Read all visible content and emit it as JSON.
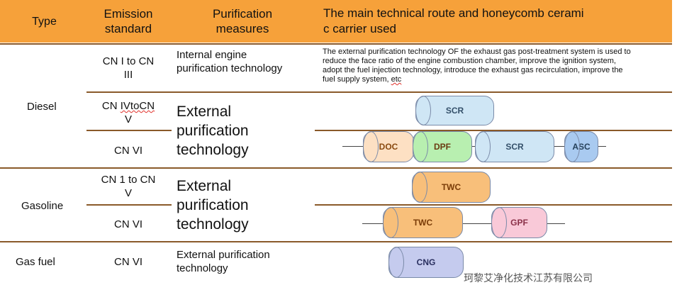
{
  "header": {
    "type": "Type",
    "emission": [
      "Emission",
      "standard"
    ],
    "measures": [
      "Purification",
      "measures"
    ],
    "route": [
      "The main technical route and honeycomb cerami",
      "c carrier used"
    ]
  },
  "rows": {
    "diesel_label": "Diesel",
    "diesel_std1": [
      "CN I to CN",
      "III"
    ],
    "diesel_meas1": [
      "Internal engine",
      "purification technology"
    ],
    "diesel_route1_lines": [
      "The external purification technology OF the exhaust gas post-treatment system is used to",
      "reduce the face ratio of the engine combustion chamber, improve the ignition system,",
      "adopt the fuel injection technology, introduce the exhaust gas recirculation, improve the",
      "fuel supply system, "
    ],
    "diesel_route1_etc": "etc",
    "diesel_std2_a": "CN ",
    "diesel_std2_b": "IVtoCN",
    "diesel_std2_c": "V",
    "diesel_std3": "CN VI",
    "diesel_meas23": [
      "External",
      "purification",
      "technology"
    ],
    "gasoline_label": "Gasoline",
    "gasoline_std1": [
      "CN 1 to CN",
      "V"
    ],
    "gasoline_std2": "CN VI",
    "gasoline_meas": [
      "External",
      "purification",
      "technology"
    ],
    "gasfuel_label": "Gas fuel",
    "gasfuel_std": "CN VI",
    "gasfuel_meas": [
      "External purification",
      "technology"
    ]
  },
  "carriers": {
    "scr": "SCR",
    "doc": "DOC",
    "dpf": "DPF",
    "asc": "ASC",
    "twc": "TWC",
    "gpf": "GPF",
    "cng": "CNG"
  },
  "company": "珂黎艾净化技术江苏有限公司"
}
